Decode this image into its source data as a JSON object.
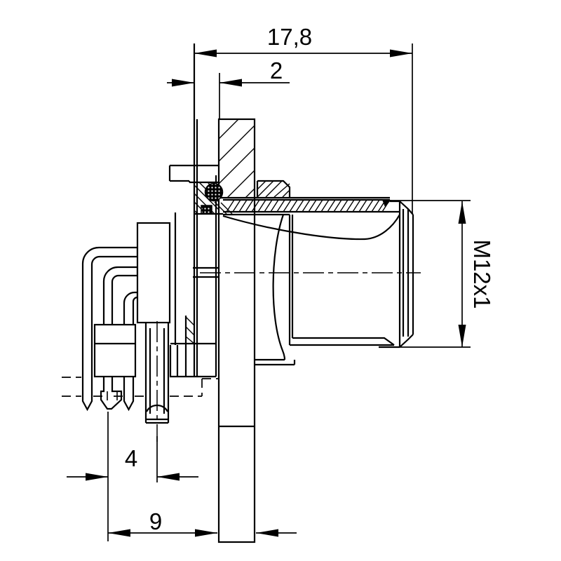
{
  "drawing": {
    "kind": "technical-cross-section",
    "colors": {
      "ink": "#000000",
      "paper": "#ffffff"
    },
    "dim_labels": {
      "overall": "17,8",
      "front": "2",
      "thread": "M12x1",
      "pin_pitch": "4",
      "pin_row": "9"
    }
  }
}
